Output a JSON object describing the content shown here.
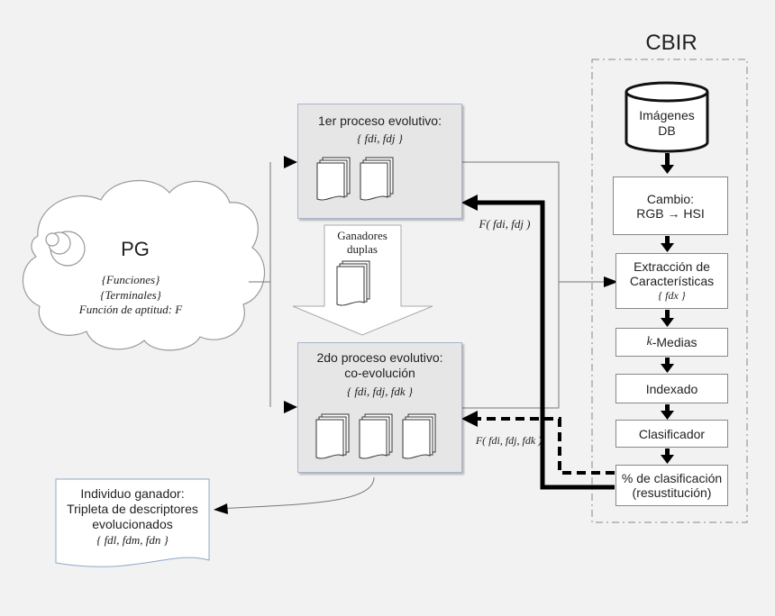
{
  "cbir": {
    "title": "CBIR",
    "db": {
      "line1": "Imágenes",
      "line2": "DB"
    },
    "cambio": {
      "line1": "Cambio:",
      "line2": "RGB → HSI"
    },
    "extraccion": {
      "line1": "Extracción de",
      "line2": "Características",
      "formula": "{ fdx }"
    },
    "kmedias": {
      "k": "k",
      "rest": "-Medias"
    },
    "indexado": "Indexado",
    "clasificador": "Clasificador",
    "porcentaje": {
      "line1": "% de clasificación",
      "line2": "(resustitución)"
    }
  },
  "pg": {
    "title": "PG",
    "funciones": "{Funciones}",
    "terminales": "{Terminales}",
    "aptitud": "Función de aptitud: F"
  },
  "proceso1": {
    "title": "1er proceso evolutivo:",
    "formula": "{ fdi, fdj }"
  },
  "proceso2": {
    "title": "2do proceso evolutivo:",
    "subtitle": "co-evolución",
    "formula": "{ fdi, fdj, fdk }"
  },
  "ganadores": {
    "line1": "Ganadores",
    "line2": "duplas"
  },
  "fitness1": "F( fdi, fdj )",
  "fitness2": "F( fdi, fdj, fdk )",
  "individuo": {
    "line1": "Individuo ganador:",
    "line2": "Tripleta de descriptores",
    "line3": "evolucionados",
    "formula": "{ fdl, fdm, fdn }"
  }
}
